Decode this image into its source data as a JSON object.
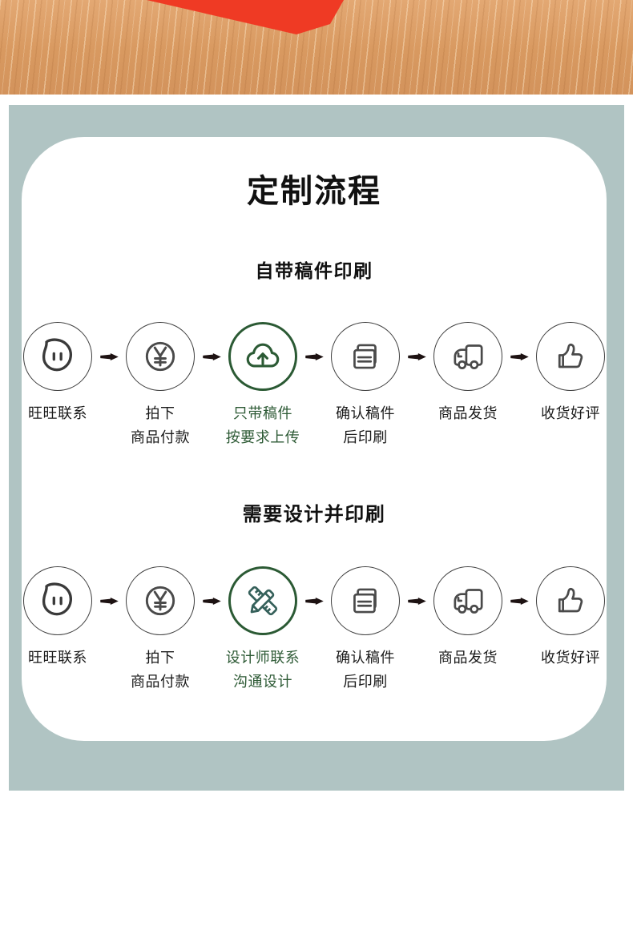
{
  "page": {
    "main_title": "定制流程",
    "colors": {
      "teal_background": "#b0c4c3",
      "highlight_green_ring": "#2b5a34",
      "highlight_green_text": "#2d5a35",
      "design_icon_teal": "#35605a",
      "icon_gray": "#4a4a4a",
      "arrow_black": "#1d1212",
      "red_box": "#e93020",
      "wood_base": "#d99a63"
    }
  },
  "flows": [
    {
      "title": "自带稿件印刷",
      "steps": [
        {
          "icon": "wangwang-chat-icon",
          "label1": "旺旺联系",
          "label2": "",
          "highlight": false
        },
        {
          "icon": "yen-payment-icon",
          "label1": "拍下",
          "label2": "商品付款",
          "highlight": false
        },
        {
          "icon": "cloud-upload-icon",
          "label1": "只带稿件",
          "label2": "按要求上传",
          "highlight": true
        },
        {
          "icon": "printer-icon",
          "label1": "确认稿件",
          "label2": "后印刷",
          "highlight": false
        },
        {
          "icon": "delivery-truck-icon",
          "label1": "商品发货",
          "label2": "",
          "highlight": false
        },
        {
          "icon": "thumbs-up-icon",
          "label1": "收货好评",
          "label2": "",
          "highlight": false
        }
      ]
    },
    {
      "title": "需要设计并印刷",
      "steps": [
        {
          "icon": "wangwang-chat-icon",
          "label1": "旺旺联系",
          "label2": "",
          "highlight": false
        },
        {
          "icon": "yen-payment-icon",
          "label1": "拍下",
          "label2": "商品付款",
          "highlight": false
        },
        {
          "icon": "design-tools-icon",
          "label1": "设计师联系",
          "label2": "沟通设计",
          "highlight": true
        },
        {
          "icon": "printer-icon",
          "label1": "确认稿件",
          "label2": "后印刷",
          "highlight": false
        },
        {
          "icon": "delivery-truck-icon",
          "label1": "商品发货",
          "label2": "",
          "highlight": false
        },
        {
          "icon": "thumbs-up-icon",
          "label1": "收货好评",
          "label2": "",
          "highlight": false
        }
      ]
    }
  ]
}
